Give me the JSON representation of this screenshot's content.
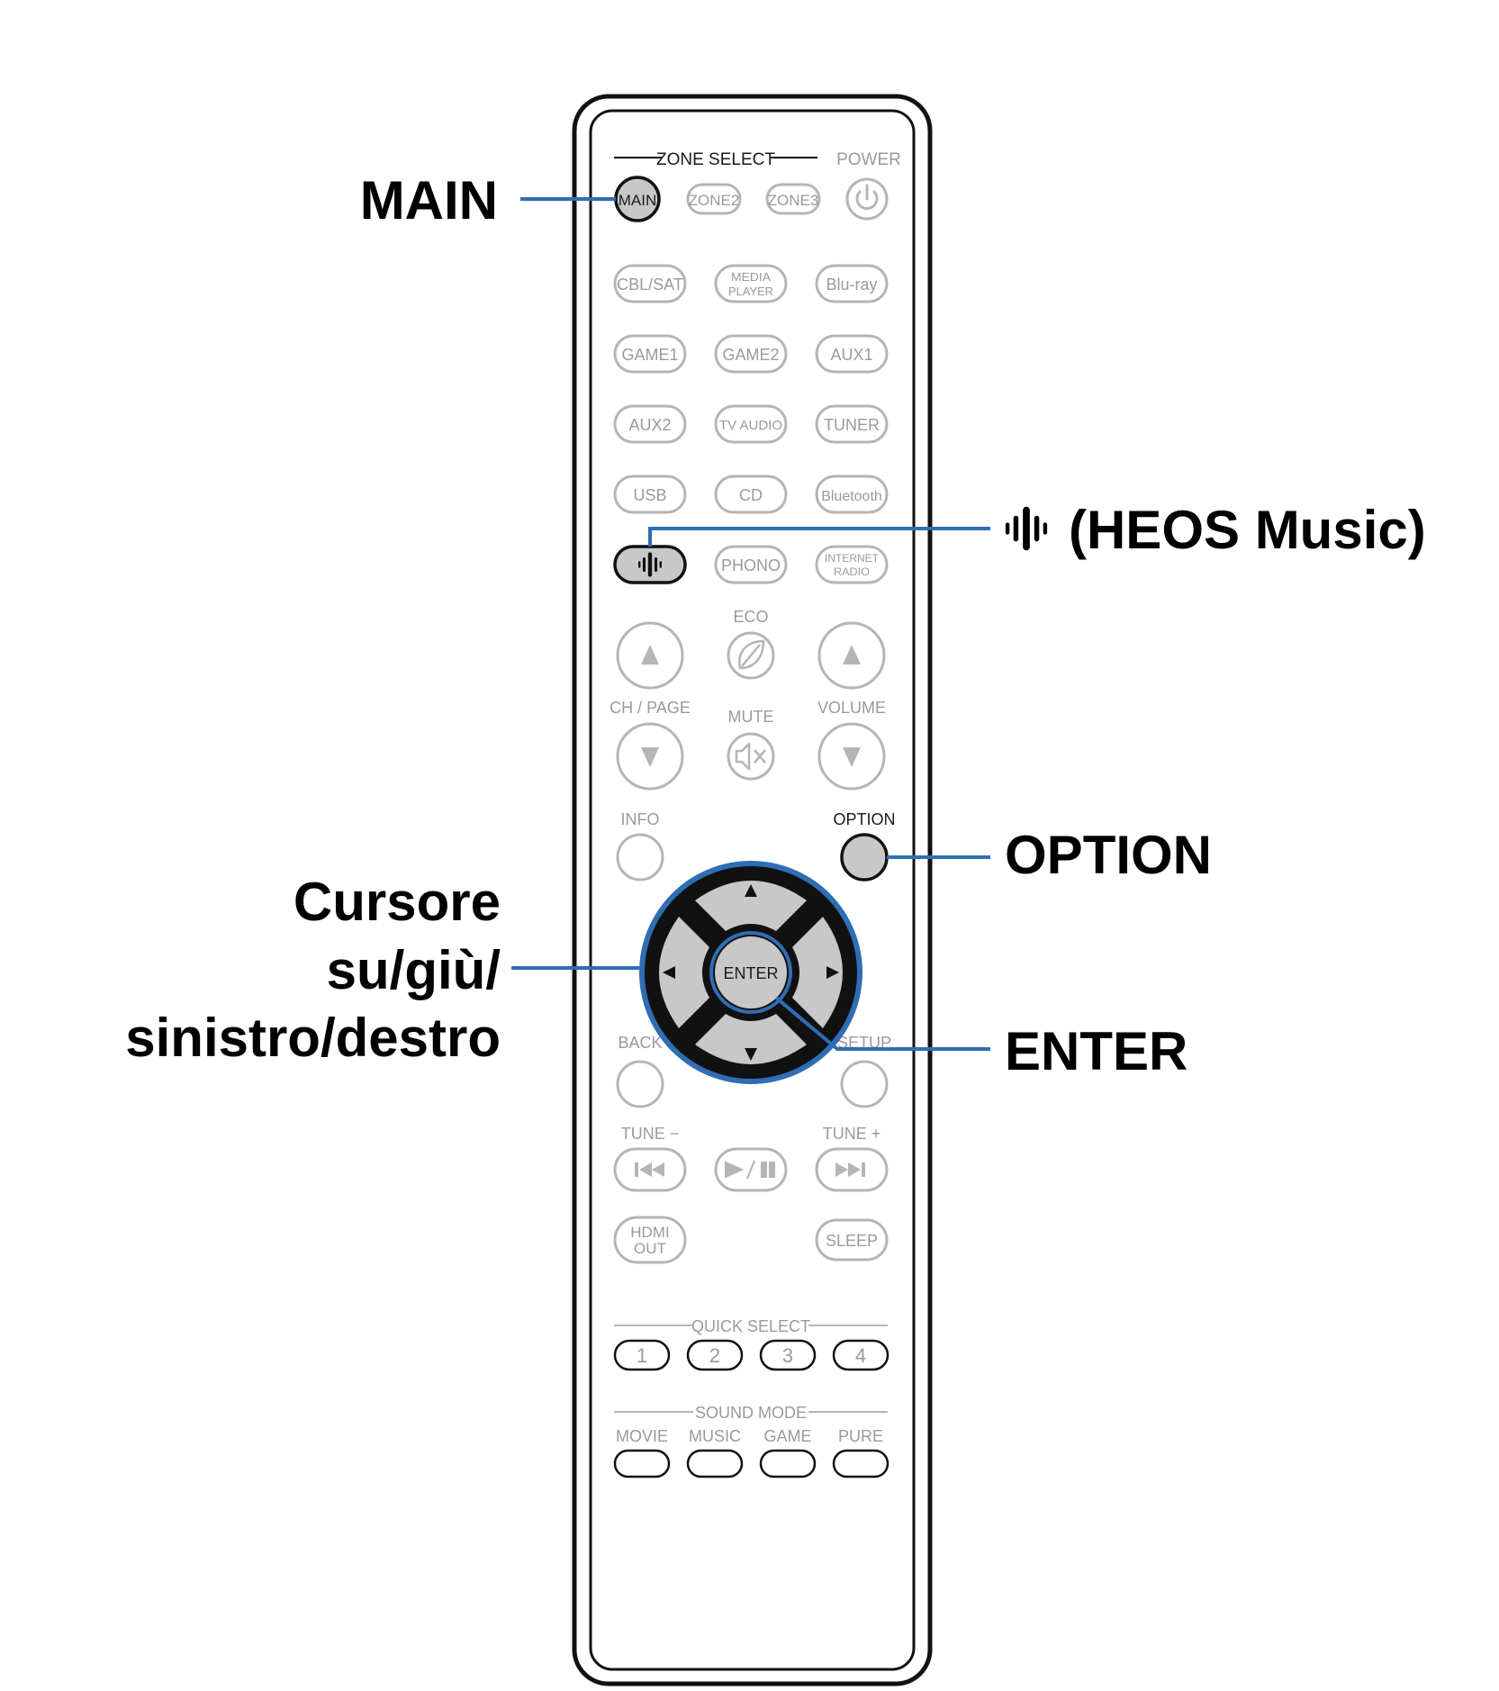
{
  "colors": {
    "leader": "#2f6db5",
    "highlight": "#c8c8c8",
    "faded": "#b5b5b5",
    "outline": "#111111"
  },
  "callouts": {
    "main": "MAIN",
    "heos": "(HEOS Music)",
    "option": "OPTION",
    "cursor": [
      "Cursore",
      "su/giù/",
      "sinistro/destro"
    ],
    "enter": "ENTER"
  },
  "remote": {
    "zone_select": "ZONE SELECT",
    "power": "POWER",
    "zone_buttons": [
      "MAIN",
      "ZONE2",
      "ZONE3"
    ],
    "source_rows": [
      [
        "CBL/SAT",
        "MEDIA PLAYER",
        "Blu-ray"
      ],
      [
        "GAME1",
        "GAME2",
        "AUX1"
      ],
      [
        "AUX2",
        "TV AUDIO",
        "TUNER"
      ],
      [
        "USB",
        "CD",
        "Bluetooth"
      ],
      [
        "heos-icon",
        "PHONO",
        "INTERNET RADIO"
      ]
    ],
    "eco": "ECO",
    "ch_page": "CH / PAGE",
    "mute": "MUTE",
    "volume": "VOLUME",
    "info": "INFO",
    "option": "OPTION",
    "enter": "ENTER",
    "back": "BACK",
    "setup": "SETUP",
    "tune_minus": "TUNE −",
    "tune_plus": "TUNE +",
    "hdmi_out": "HDMI OUT",
    "sleep": "SLEEP",
    "quick_select": "QUICK SELECT",
    "quick_buttons": [
      "1",
      "2",
      "3",
      "4"
    ],
    "sound_mode": "SOUND MODE",
    "sound_modes": [
      "MOVIE",
      "MUSIC",
      "GAME",
      "PURE"
    ]
  }
}
